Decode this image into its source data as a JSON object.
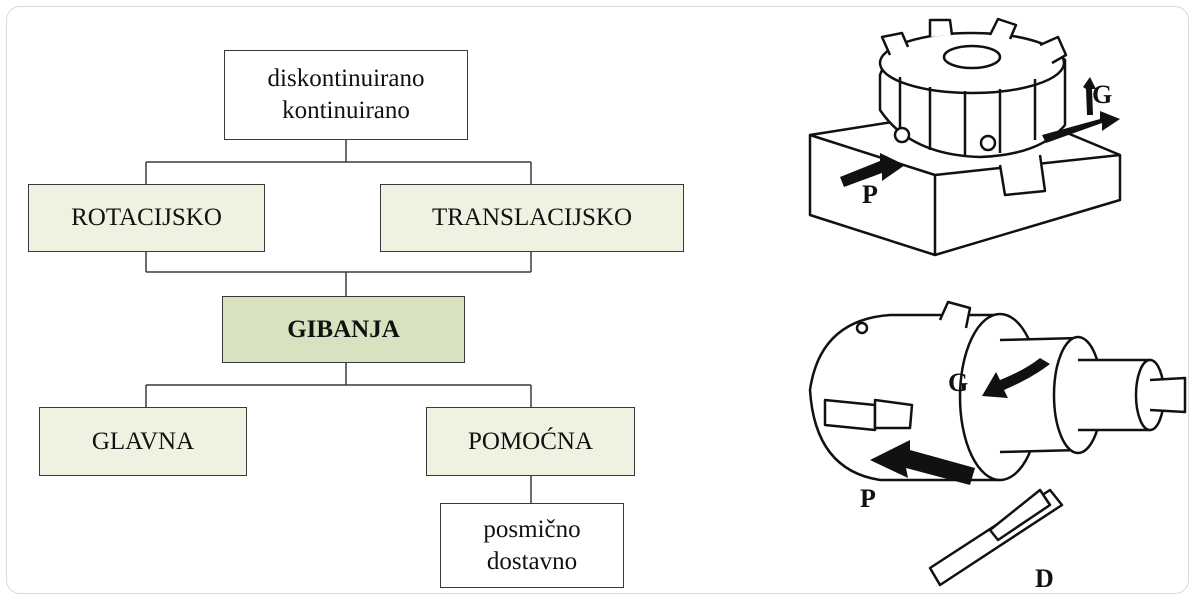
{
  "diagram": {
    "top_box": [
      "diskontinuirano",
      "kontinuirano"
    ],
    "rotacijsko": "ROTACIJSKO",
    "translacijsko": "TRANSLACIJSKO",
    "center": "GIBANJA",
    "glavna": "GLAVNA",
    "pomocna": "POMOĆNA",
    "bottom_box": [
      "posmično",
      "dostavno"
    ]
  },
  "illustrations": {
    "milling": {
      "label_g": "G",
      "label_p": "P"
    },
    "turning": {
      "label_g": "G",
      "label_p": "P",
      "label_d": "D"
    }
  },
  "colors": {
    "box_fill": "#eef2e1",
    "center_fill": "#d8e2c0",
    "line": "#3a3a3a"
  }
}
